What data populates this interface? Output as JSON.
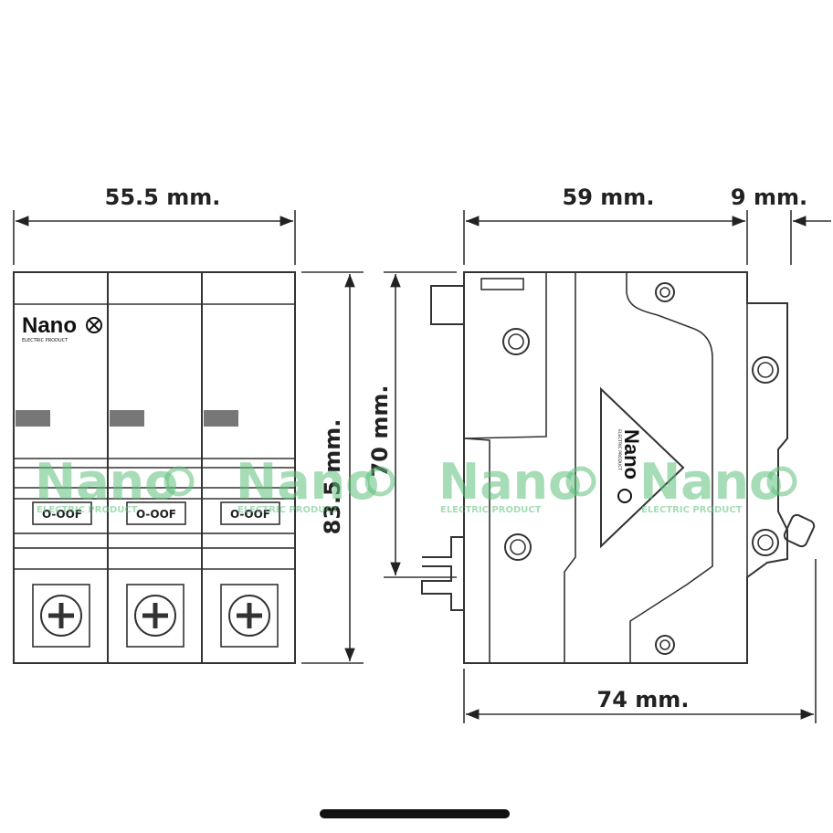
{
  "dimensions": {
    "width_front": "55.5 mm.",
    "width_side": "59 mm.",
    "offset_side": "9 mm.",
    "height_total": "83.5 mm.",
    "height_inner": "70 mm.",
    "depth_total": "74 mm."
  },
  "front_view": {
    "brand": "Nano",
    "brand_sub": "ELECTRIC PRODUCT",
    "poles": [
      {
        "switch_label": "O-OOF"
      },
      {
        "switch_label": "O-OOF"
      },
      {
        "switch_label": "O-OOF"
      }
    ]
  },
  "side_view": {
    "brand": "Nano",
    "brand_sub": "ELECTRIC PRODUCT"
  },
  "watermark": {
    "text": "Nano",
    "subtext": "ELECTRIC PRODUCT",
    "color": "#5fc07c"
  },
  "colors": {
    "line": "#333333",
    "switch_gray": "#777777",
    "background": "#ffffff"
  }
}
